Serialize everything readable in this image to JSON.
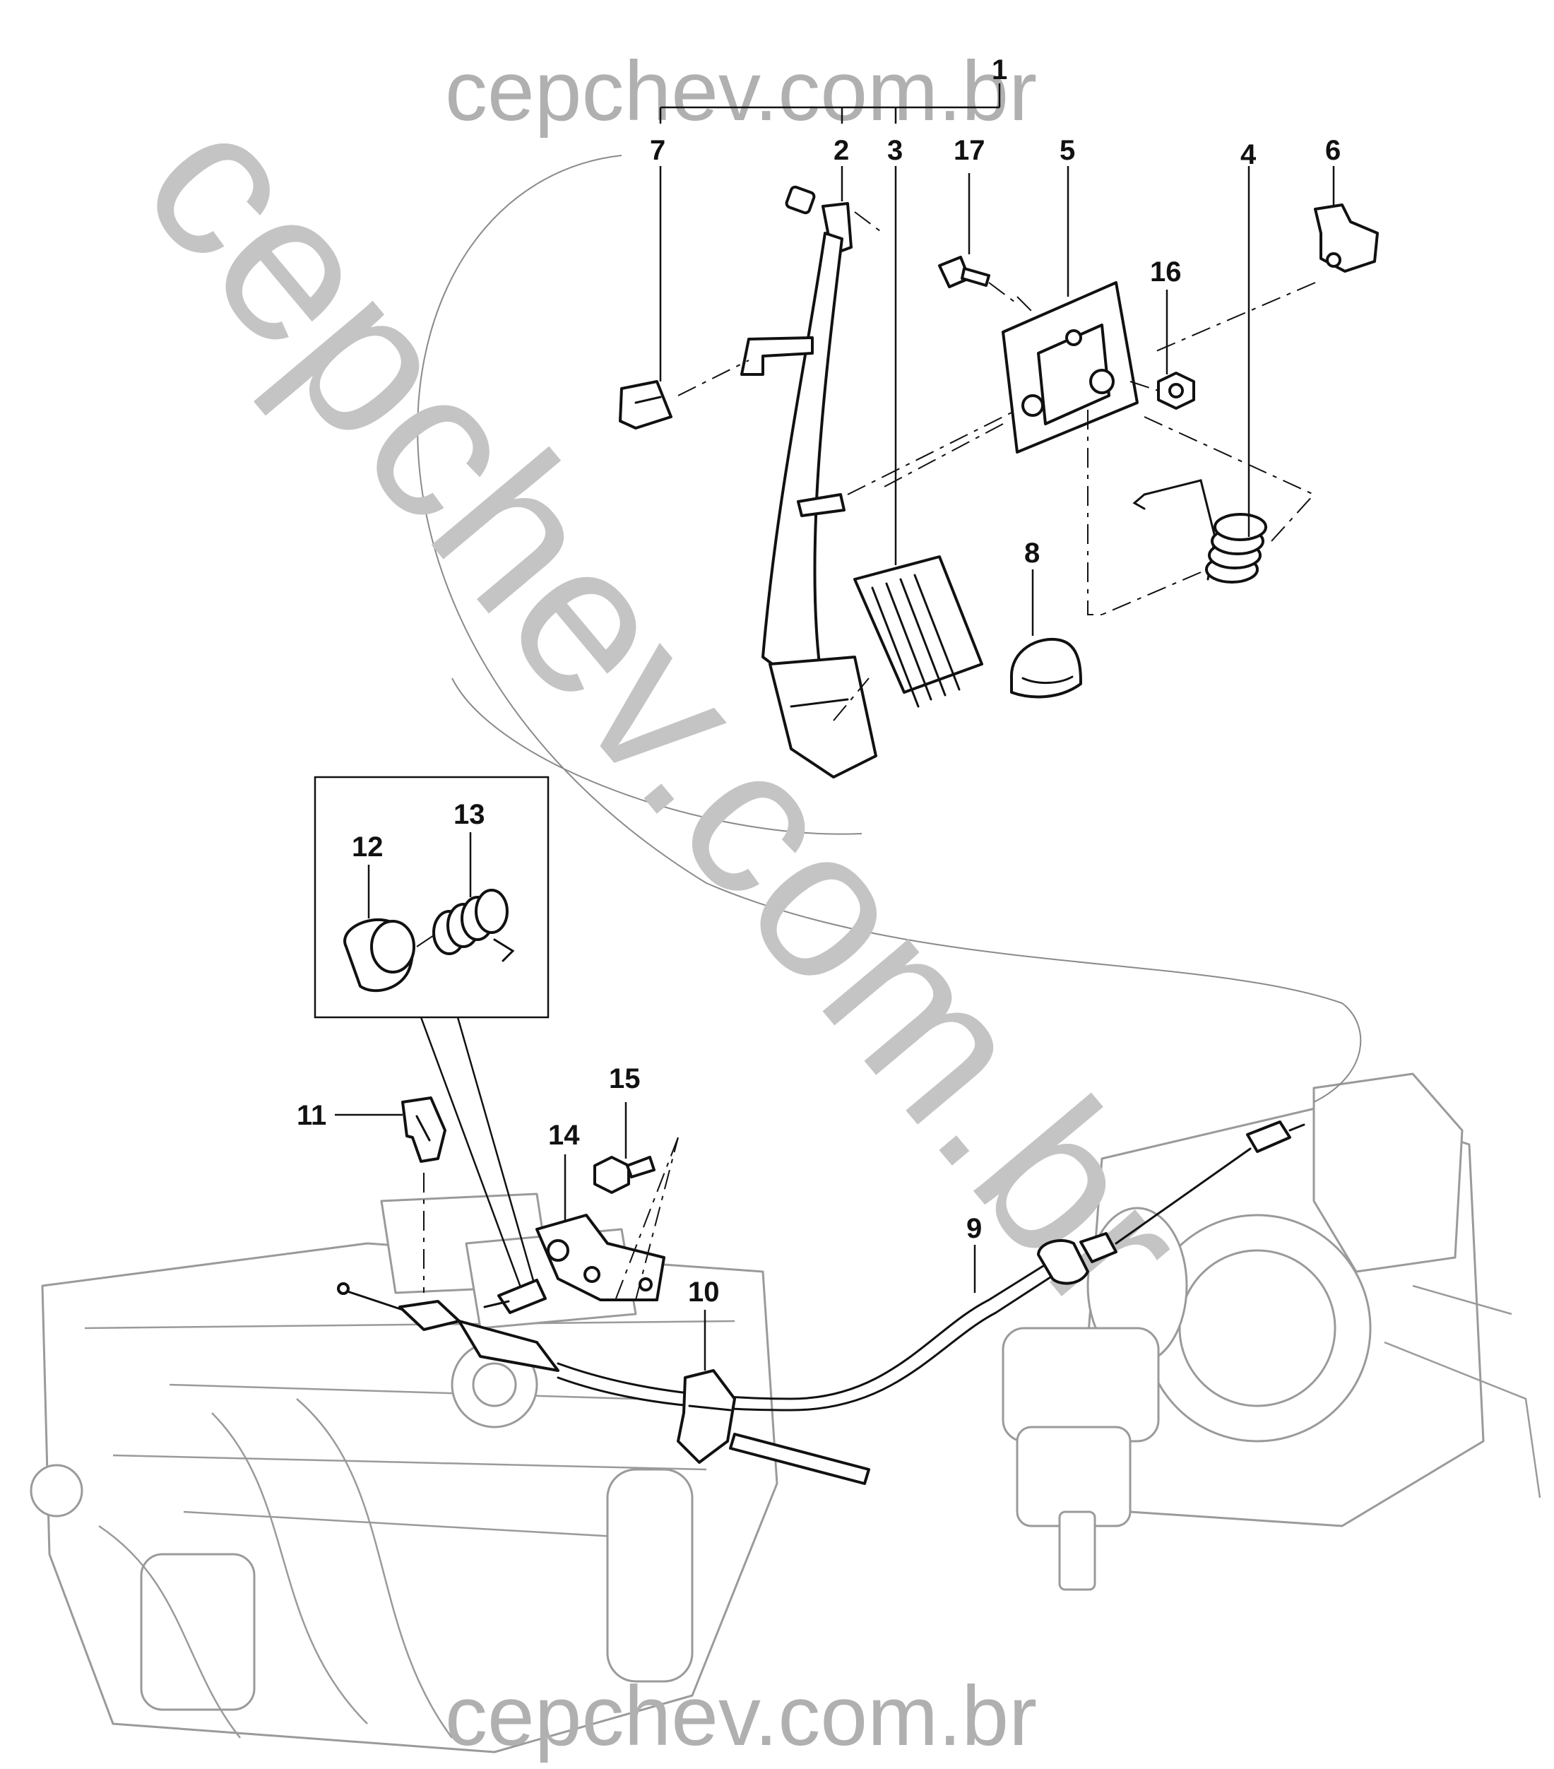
{
  "watermark": {
    "top": "cepchev.com.br",
    "bottom": "cepchev.com.br",
    "diagonal": "cepchev.com.br"
  },
  "callouts": {
    "n1": "1",
    "n2": "2",
    "n3": "3",
    "n4": "4",
    "n5": "5",
    "n6": "6",
    "n7": "7",
    "n8": "8",
    "n9": "9",
    "n10": "10",
    "n11": "11",
    "n12": "12",
    "n13": "13",
    "n14": "14",
    "n15": "15",
    "n16": "16",
    "n17": "17"
  },
  "colors": {
    "line": "#111111",
    "watermark": "#c4c4c4",
    "background_drawing": "#9a9a9a"
  }
}
